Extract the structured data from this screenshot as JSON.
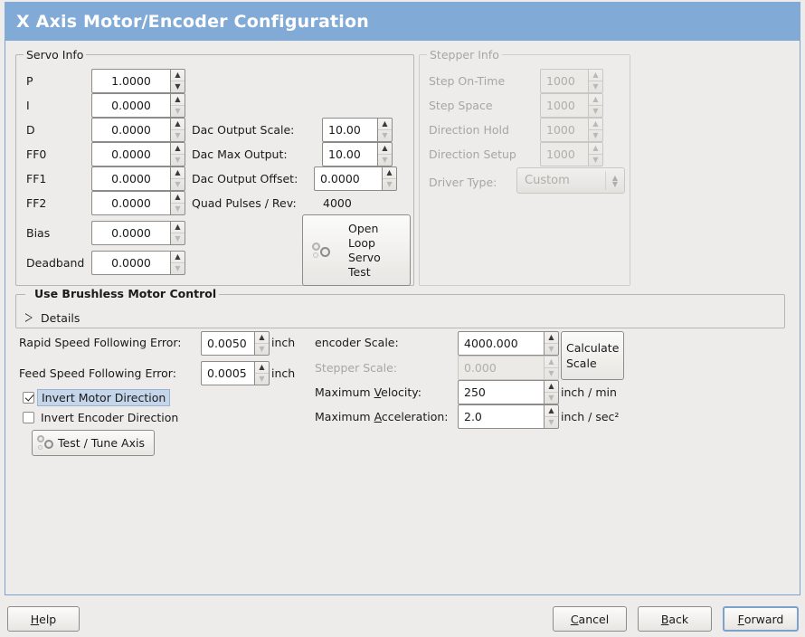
{
  "window": {
    "title": "X Axis Motor/Encoder Configuration",
    "accent": "#82aad6",
    "bg": "#edecea"
  },
  "servo": {
    "legend": "Servo Info",
    "rows": [
      {
        "label": "P",
        "value": "1.0000"
      },
      {
        "label": "I",
        "value": "0.0000"
      },
      {
        "label": "D",
        "value": "0.0000"
      },
      {
        "label": "FF0",
        "value": "0.0000"
      },
      {
        "label": "FF1",
        "value": "0.0000"
      },
      {
        "label": "FF2",
        "value": "0.0000"
      },
      {
        "label": "Bias",
        "value": "0.0000"
      },
      {
        "label": "Deadband",
        "value": "0.0000"
      }
    ],
    "dac": [
      {
        "label": "Dac Output Scale:",
        "value": "10.00"
      },
      {
        "label": "Dac Max Output:",
        "value": "10.00"
      },
      {
        "label": "Dac Output Offset:",
        "value": "0.0000"
      }
    ],
    "quad_label": "Quad Pulses / Rev:",
    "quad_value": "4000",
    "open_loop_button": "Open\nLoop\nServo\nTest",
    "open_loop_lines": [
      "Open",
      "Loop",
      "Servo",
      "Test"
    ]
  },
  "stepper": {
    "legend": "Stepper Info",
    "rows": [
      {
        "label": "Step On-Time",
        "value": "1000"
      },
      {
        "label": "Step Space",
        "value": "1000"
      },
      {
        "label": "Direction Hold",
        "value": "1000"
      },
      {
        "label": "Direction Setup",
        "value": "1000"
      }
    ],
    "driver_label": "Driver Type:",
    "driver_value": "Custom"
  },
  "brushless": {
    "legend": "Use Brushless Motor Control",
    "checked": false,
    "details_label": "Details"
  },
  "errors": {
    "rapid_label": "Rapid Speed Following Error:",
    "rapid_value": "0.0050",
    "rapid_unit": "inch",
    "feed_label": "Feed Speed Following Error:",
    "feed_value": "0.0005",
    "feed_unit": "inch",
    "invert_motor_label": "Invert Motor Direction",
    "invert_motor_checked": true,
    "invert_encoder_label": "Invert Encoder Direction",
    "invert_encoder_checked": false,
    "test_tune_button": "Test / Tune Axis"
  },
  "scales": {
    "encoder_label": "encoder Scale:",
    "encoder_value": "4000.000",
    "stepper_label": "Stepper Scale:",
    "stepper_value": "0.000",
    "calculate_line1": "Calculate",
    "calculate_line2": "Scale",
    "velocity_label_pre": "Maximum ",
    "velocity_label_mn": "V",
    "velocity_label_post": "elocity:",
    "velocity_value": "250",
    "velocity_unit": "inch / min",
    "accel_label_pre": "Maximum ",
    "accel_label_mn": "A",
    "accel_label_post": "cceleration:",
    "accel_value": "2.0",
    "accel_unit": "inch / sec²"
  },
  "footer": {
    "help_mn": "H",
    "help_rest": "elp",
    "cancel_pre": "C",
    "cancel_rest": "ancel",
    "back_pre": "B",
    "back_rest": "ack",
    "forward_pre": "F",
    "forward_rest": "orward"
  }
}
